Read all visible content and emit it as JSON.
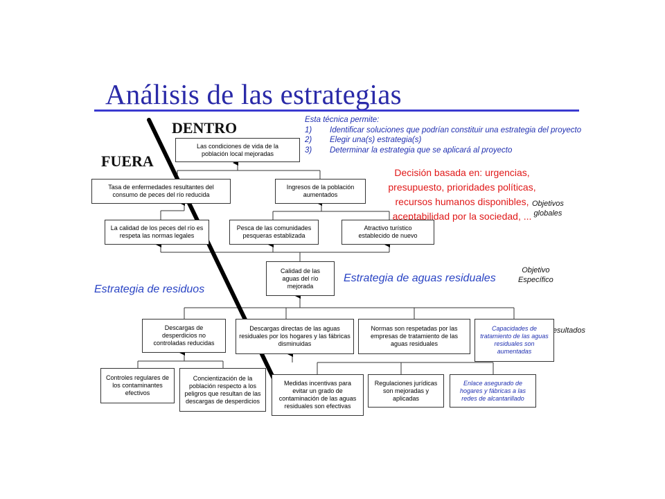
{
  "title": "Análisis de las estrategias",
  "zones": {
    "inside": "DENTRO",
    "outside": "FUERA"
  },
  "intro": {
    "heading": "Esta técnica permite:",
    "items": [
      {
        "num": "1)",
        "text": "Identificar soluciones que podrían constituir una estrategia del proyecto"
      },
      {
        "num": "2)",
        "text": "Elegir una(s) estrategia(s)"
      },
      {
        "num": "3)",
        "text": "Determinar la estrategia que se aplicará al proyecto"
      }
    ]
  },
  "decision": [
    "Decisión basada en: urgencias,",
    "presupuesto, prioridades políticas,",
    "recursos humanos disponibles,",
    "aceptabilidad por la sociedad, ..."
  ],
  "side_labels": {
    "global": [
      "Objetivos",
      "globales"
    ],
    "specific": [
      "Objetivo",
      "Específico"
    ],
    "results": "Resultados"
  },
  "strategies": {
    "waste": "Estrategia de residuos",
    "wastewater": "Estrategia de aguas residuales"
  },
  "boxes": {
    "top": [
      "Las condiciones de vida de la",
      "población local mejoradas"
    ],
    "diseases": [
      "Tasa de enfermedades resultantes del",
      "consumo de peces del río reducida"
    ],
    "income": [
      "Ingresos de la población",
      "aumentados"
    ],
    "fish_quality": [
      "La calidad de los peces del río es",
      "respeta las normas legales"
    ],
    "fishing": [
      "Pesca de las comunidades",
      "pesqueras establizada"
    ],
    "tourism": [
      "Atractivo turístico",
      "establecido de nuevo"
    ],
    "water_quality": [
      "Calidad de las",
      "aguas del río",
      "mejorada"
    ],
    "waste_discharge": [
      "Descargas de",
      "desperdicios no",
      "controladas reducidas"
    ],
    "direct_discharge": [
      "Descargas directas de las aguas",
      "residuales por los hogares y las fábricas",
      "disminuidas"
    ],
    "norms": [
      "Normas son respetadas por las",
      "empresas de tratamiento de las",
      "aguas residuales"
    ],
    "capacity": [
      "Capacidades de",
      "tratamiento de las aguas",
      "residuales son",
      "aumentadas"
    ],
    "controls": [
      "Controles regulares de",
      "los contaminantes",
      "efectivos"
    ],
    "awareness": [
      "Concientización de la",
      "población respecto a los",
      "peligros que resultan de las",
      "descargas de desperdicios"
    ],
    "incentives": [
      "Medidas incentivas para",
      "evitar un grado de",
      "contaminación de las aguas",
      "residuales son efectivas"
    ],
    "regulations": [
      "Regulaciones jurídicas",
      "son mejoradas y",
      "aplicadas"
    ],
    "connection": [
      "Enlace asegurado de",
      "hogares y fábricas a las",
      "redes de alcantarillado"
    ]
  },
  "colors": {
    "title": "#2a2aa8",
    "intro": "#1f2fb0",
    "decision": "#e01818",
    "strategy": "#2a44c4"
  }
}
